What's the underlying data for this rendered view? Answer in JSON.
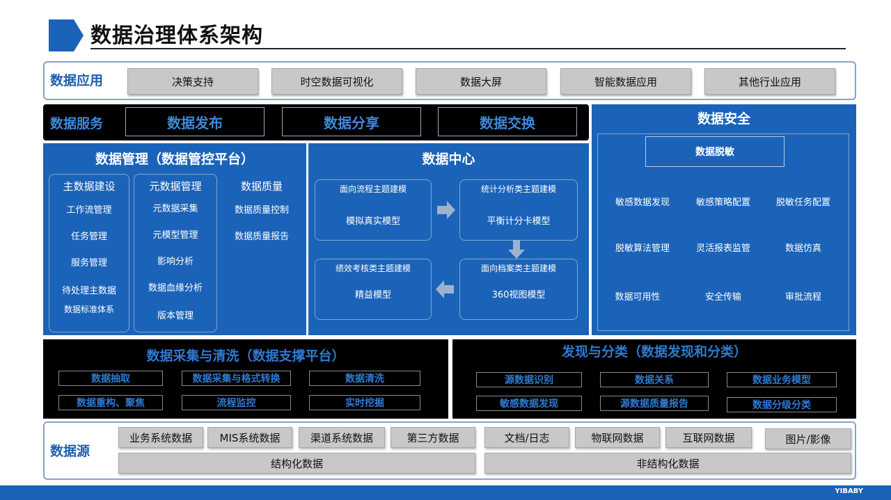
{
  "title": "数据治理体系架构",
  "app": {
    "label": "数据应用",
    "items": [
      "决策支持",
      "时空数据可视化",
      "数据大屏",
      "智能数据应用",
      "其他行业应用"
    ]
  },
  "service": {
    "label": "数据服务",
    "items": [
      "数据发布",
      "数据分享",
      "数据交换"
    ]
  },
  "security": {
    "title": "数据安全",
    "box": "数据脱敏",
    "items": [
      "敏感数据发现",
      "敏感策略配置",
      "脱敏任务配置",
      "脱敏算法管理",
      "灵活报表监管",
      "数据仿真",
      "数据可用性",
      "安全传输",
      "审批流程"
    ]
  },
  "management": {
    "title": "数据管理（数据管控平台）",
    "col1": {
      "title": "主数据建设",
      "items": [
        "工作流管理",
        "任务管理",
        "服务管理",
        "待处理主数据",
        "数据标准体系"
      ]
    },
    "col2": {
      "title": "元数据管理",
      "items": [
        "元数据采集",
        "元模型管理",
        "影响分析",
        "数据血缘分析",
        "版本管理"
      ]
    },
    "col3": {
      "title": "数据质量",
      "items": [
        "数据质量控制",
        "数据质量报告"
      ]
    }
  },
  "center": {
    "title": "数据中心",
    "box1": {
      "title": "面向流程主题建模",
      "item": "模拟真实模型"
    },
    "box2": {
      "title": "统计分析类主题建模",
      "item": "平衡计分卡模型"
    },
    "box3": {
      "title": "绩效考核类主题建模",
      "item": "精益模型"
    },
    "box4": {
      "title": "面向档案类主题建模",
      "item": "360视图模型"
    }
  },
  "collect": {
    "title": "数据采集与清洗（数据支撑平台）",
    "items": [
      "数据抽取",
      "数据采集与格式转换",
      "数据清洗",
      "数据重构、聚焦",
      "流程监控",
      "实时挖掘"
    ]
  },
  "discover": {
    "title": "发现与分类（数据发现和分类）",
    "items": [
      "源数据识别",
      "数据关系",
      "数据业务模型",
      "敏感数据发现",
      "源数据质量报告",
      "数据分级分类"
    ]
  },
  "source": {
    "label": "数据源",
    "structured": [
      "业务系统数据",
      "MIS系统数据",
      "渠道系统数据",
      "第三方数据"
    ],
    "structured_label": "结构化数据",
    "unstructured": [
      "文档/日志",
      "物联网数据",
      "互联网数据",
      "图片/影像"
    ],
    "unstructured_label": "非结构化数据"
  },
  "footer": {
    "brand": "YIBABY"
  },
  "colors": {
    "blue": "#1b63b8",
    "black": "#000000",
    "grey": "#c8c8c8",
    "accent": "#3f88d8"
  }
}
